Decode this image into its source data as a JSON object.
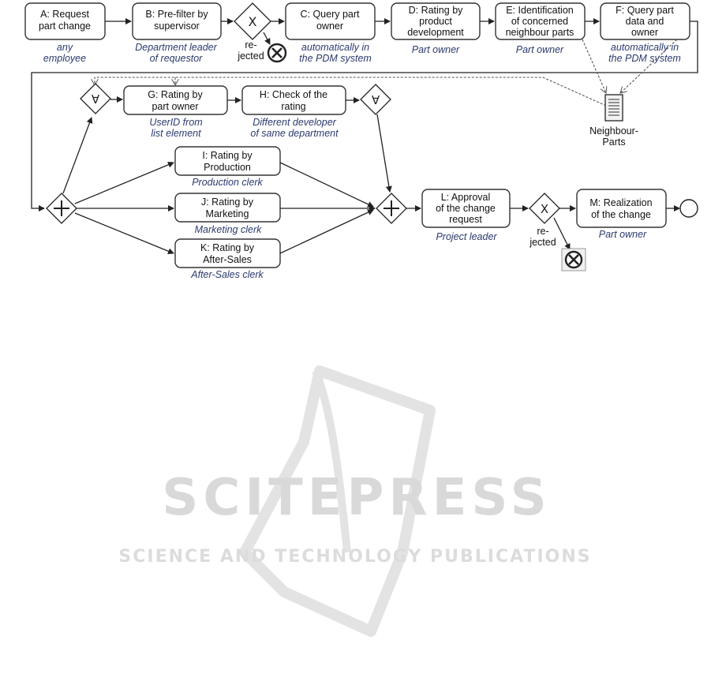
{
  "tasks": {
    "A": {
      "line1": "A: Request",
      "line2": "part change",
      "role1": "any",
      "role2": "employee"
    },
    "B": {
      "line1": "B: Pre-filter by",
      "line2": "supervisor",
      "role1": "Department leader",
      "role2": "of requestor"
    },
    "C": {
      "line1": "C: Query part",
      "line2": "owner",
      "role1": "automatically in",
      "role2": "the PDM system"
    },
    "D": {
      "line1": "D: Rating by",
      "line2": "product",
      "line3": "development",
      "role1": "Part owner"
    },
    "E": {
      "line1": "E: Identification",
      "line2": "of concerned",
      "line3": "neighbour parts",
      "role1": "Part owner"
    },
    "F": {
      "line1": "F: Query part",
      "line2": "data and",
      "line3": "owner",
      "role1": "automatically in",
      "role2": "the PDM system"
    },
    "G": {
      "line1": "G: Rating by",
      "line2": "part owner",
      "role1": "UserID from",
      "role2": "list element"
    },
    "H": {
      "line1": "H: Check of the",
      "line2": "rating",
      "role1": "Different developer",
      "role2": "of same department"
    },
    "I": {
      "line1": "I: Rating by",
      "line2": "Production",
      "role1": "Production clerk"
    },
    "J": {
      "line1": "J: Rating by",
      "line2": "Marketing",
      "role1": "Marketing clerk"
    },
    "K": {
      "line1": "K: Rating by",
      "line2": "After-Sales",
      "role1": "After-Sales clerk"
    },
    "L": {
      "line1": "L: Approval",
      "line2": "of the change",
      "line3": "request",
      "role1": "Project leader"
    },
    "M": {
      "line1": "M: Realization",
      "line2": "of the change",
      "role1": "Part owner"
    }
  },
  "rejected_1": {
    "line1": "re-",
    "line2": "jected"
  },
  "rejected_2": {
    "line1": "re-",
    "line2": "jected"
  },
  "data_object": {
    "line1": "Neighbour-",
    "line2": "Parts"
  },
  "gateway_symbols": {
    "xor": "X",
    "and": "+",
    "forall": "∀",
    "end_error": "⊗"
  },
  "watermark": {
    "main": "SCITEPRESS",
    "sub": "SCIENCE AND TECHNOLOGY PUBLICATIONS"
  }
}
